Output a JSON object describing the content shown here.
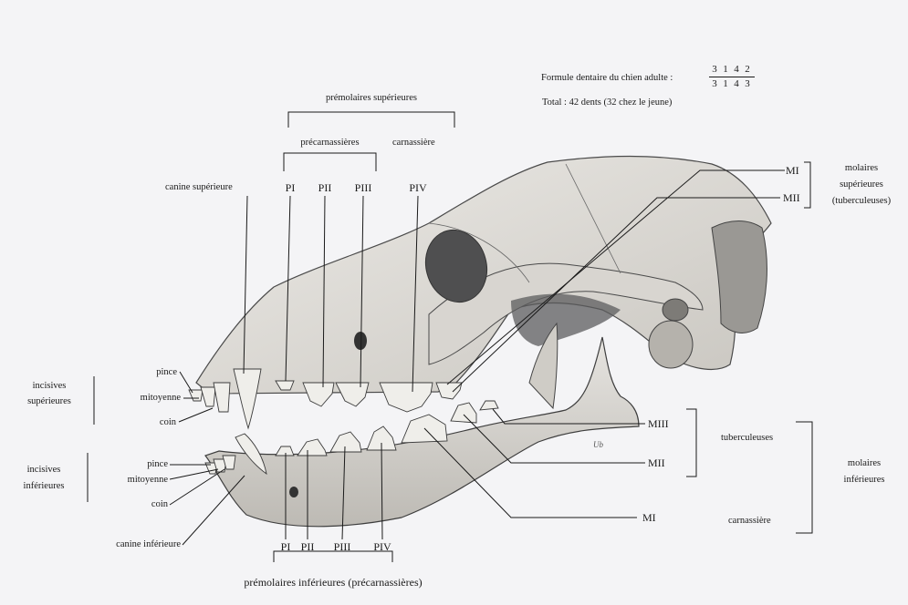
{
  "formula": {
    "title": "Formule dentaire du chien adulte :",
    "upper": [
      "3",
      "1",
      "4",
      "2"
    ],
    "lower": [
      "3",
      "1",
      "4",
      "3"
    ],
    "total": "Total : 42 dents (32 chez le jeune)"
  },
  "upper": {
    "premolaires_superieures": "prémolaires supérieures",
    "precarnassieres": "précarnassières",
    "carnassiere": "carnassière",
    "canine": "canine supérieure",
    "PI": "PI",
    "PII": "PII",
    "PIII": "PIII",
    "PIV": "PIV",
    "MI": "MI",
    "MII": "MII",
    "molaires_superieures": [
      "molaires",
      "supérieures",
      "(tuberculeuses)"
    ]
  },
  "incisors_upper": {
    "group": [
      "incisives",
      "supérieures"
    ],
    "pince": "pince",
    "mitoyenne": "mitoyenne",
    "coin": "coin"
  },
  "incisors_lower": {
    "group": [
      "incisives",
      "inférieures"
    ],
    "pince": "pince",
    "mitoyenne": "mitoyenne",
    "coin": "coin",
    "canine": "canine inférieure"
  },
  "lower": {
    "PI": "PI",
    "PII": "PII",
    "PIII": "PIII",
    "PIV": "PIV",
    "premolaires_inferieures": "prémolaires inférieures (précarnassières)",
    "MIII": "MIII",
    "MII": "MII",
    "MI": "MI",
    "tuberculeuses": "tuberculeuses",
    "carnassiere": "carnassière",
    "molaires_inferieures": [
      "molaires",
      "inférieures"
    ]
  },
  "signature": "Ub"
}
